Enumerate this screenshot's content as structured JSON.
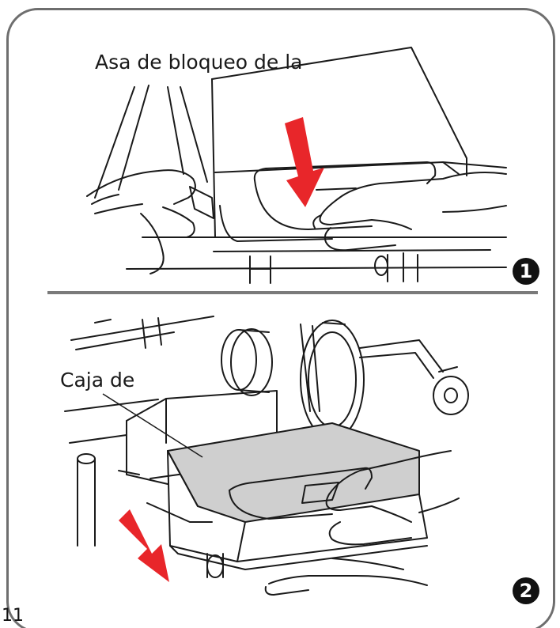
{
  "labels": {
    "handle": "Asa de bloqueo de la",
    "box": "Caja de"
  },
  "steps": [
    "1",
    "2"
  ],
  "page_number": "11",
  "colors": {
    "arrow": "#e8262a",
    "frame": "#6e6e6e",
    "lines": "#1a1a1a",
    "box_fill": "#cfcfcf"
  }
}
